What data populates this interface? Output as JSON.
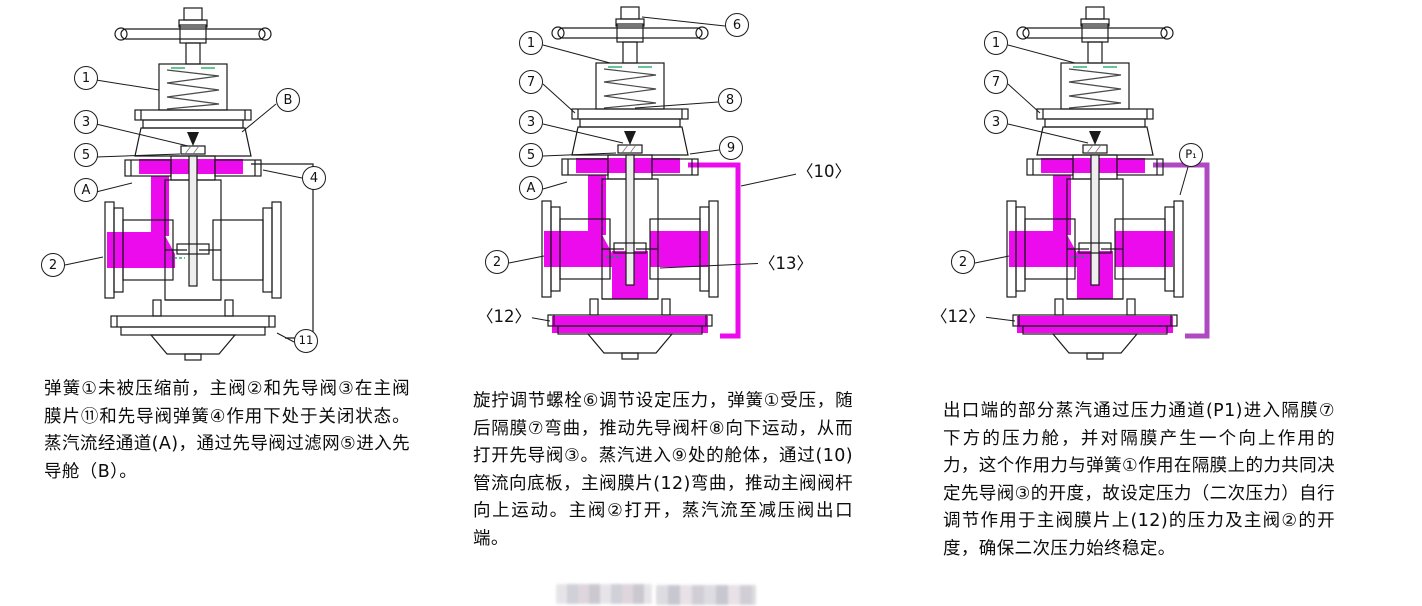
{
  "colors": {
    "line": "#1a1a1a",
    "flow_magenta": "#ec0bec",
    "flow_purple": "#ae49c2",
    "green_accent": "#00a050"
  },
  "panels": [
    {
      "name": "valve-closed-state",
      "callouts": [
        {
          "label": "1",
          "type": "circle"
        },
        {
          "label": "3",
          "type": "circle"
        },
        {
          "label": "5",
          "type": "circle"
        },
        {
          "label": "A",
          "type": "circle"
        },
        {
          "label": "2",
          "type": "circle"
        },
        {
          "label": "B",
          "type": "circle"
        },
        {
          "label": "4",
          "type": "circle"
        },
        {
          "label": "11",
          "type": "circle"
        }
      ],
      "caption": "弹簧①未被压缩前，主阀②和先导阀③在主阀膜片⑪和先导阀弹簧④作用下处于关闭状态。蒸汽流经通道(A)，通过先导阀过滤网⑤进入先导舱（B）。"
    },
    {
      "name": "valve-opening-state",
      "callouts": [
        {
          "label": "1",
          "type": "circle"
        },
        {
          "label": "7",
          "type": "circle"
        },
        {
          "label": "3",
          "type": "circle"
        },
        {
          "label": "5",
          "type": "circle"
        },
        {
          "label": "A",
          "type": "circle"
        },
        {
          "label": "2",
          "type": "circle"
        },
        {
          "label": "6",
          "type": "circle"
        },
        {
          "label": "8",
          "type": "circle"
        },
        {
          "label": "9",
          "type": "circle"
        },
        {
          "label": "〈10〉",
          "type": "text"
        },
        {
          "label": "〈13〉",
          "type": "text"
        },
        {
          "label": "〈12〉",
          "type": "text"
        }
      ],
      "caption": "旋拧调节螺栓⑥调节设定压力，弹簧①受压，随后隔膜⑦弯曲，推动先导阀杆⑧向下运动，从而打开先导阀③。蒸汽进入⑨处的舱体，通过(10)管流向底板，主阀膜片(12)弯曲，推动主阀阀杆向上运动。主阀②打开，蒸汽流至减压阀出口端。"
    },
    {
      "name": "valve-regulating-state",
      "callouts": [
        {
          "label": "1",
          "type": "circle"
        },
        {
          "label": "7",
          "type": "circle"
        },
        {
          "label": "3",
          "type": "circle"
        },
        {
          "label": "P₁",
          "type": "circle"
        },
        {
          "label": "2",
          "type": "circle"
        },
        {
          "label": "〈12〉",
          "type": "text"
        }
      ],
      "caption": "出口端的部分蒸汽通过压力通道(P1)进入隔膜⑦下方的压力舱，并对隔膜产生一个向上作用的力，这个作用力与弹簧①作用在隔膜上的力共同决定先导阀③的开度，故设定压力（二次压力）自行调节作用于主阀膜片上(12)的压力及主阀②的开度，确保二次压力始终稳定。"
    }
  ]
}
